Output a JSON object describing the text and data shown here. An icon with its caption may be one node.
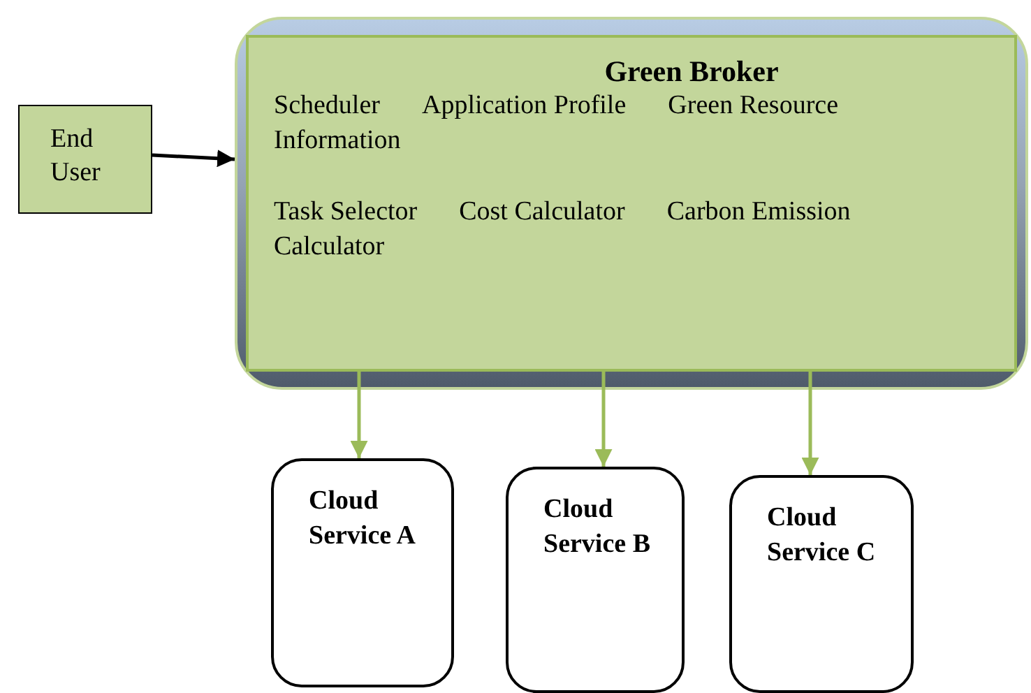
{
  "diagram": {
    "nodes": [
      {
        "text": [
          "End User"
        ]
      },
      {
        "text": [
          "Green Broker",
          "Scheduler",
          "Application Profile",
          "Green Resource Information",
          "Task Selector",
          "Cost Calculator",
          "Carbon Emission Calculator"
        ]
      },
      {
        "text": [
          "Cloud Service A"
        ]
      },
      {
        "text": [
          "Cloud Service B"
        ]
      },
      {
        "text": [
          "Cloud Service C"
        ]
      }
    ],
    "edges": [
      {
        "from": 0,
        "to": 1,
        "arrow": "to",
        "color": "#000000"
      },
      {
        "from": 1,
        "to": 2,
        "arrow": "to"
      },
      {
        "from": 1,
        "to": 3,
        "arrow": "to"
      },
      {
        "from": 1,
        "to": 4,
        "arrow": "to"
      }
    ]
  }
}
